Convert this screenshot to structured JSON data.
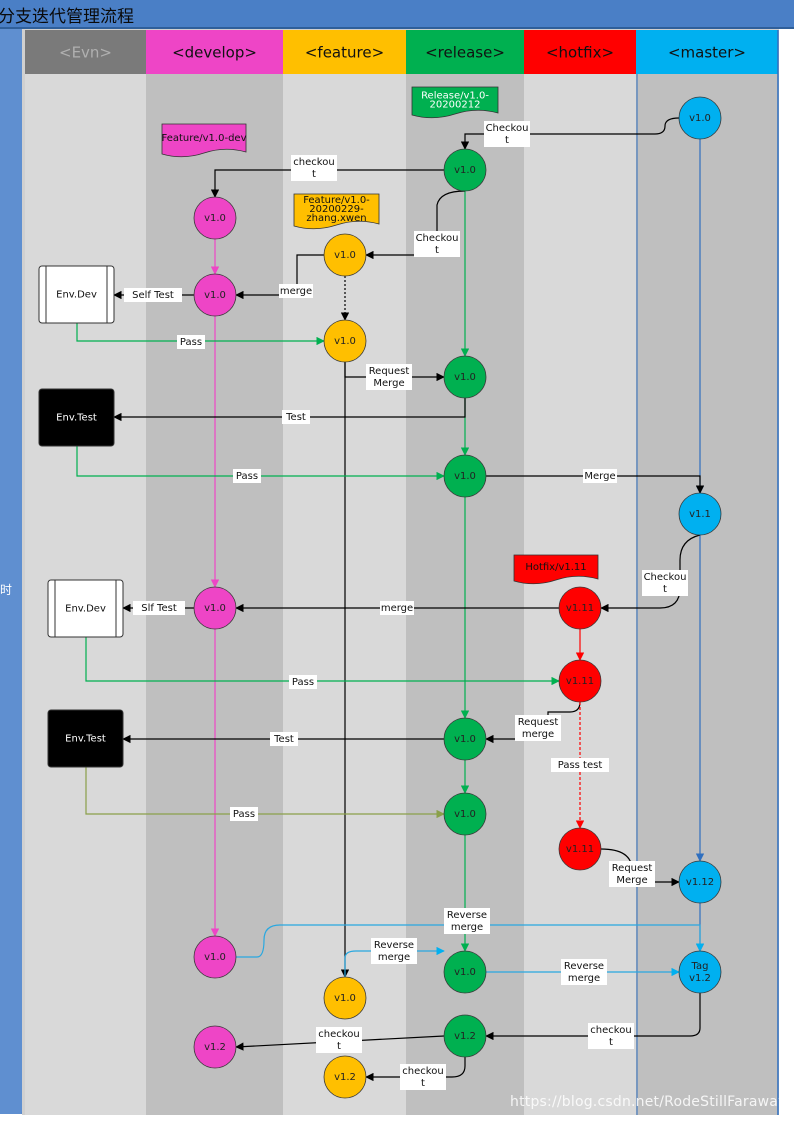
{
  "title": "分支迭代管理流程",
  "side_note": "时",
  "watermark": "https://blog.csdn.net/RodeStillFaraway",
  "colors": {
    "evn": "#7a7a7a",
    "develop": "#ee45c6",
    "feature": "#ffbf00",
    "release": "#00b050",
    "hotfix": "#ff0000",
    "master": "#00b0f0",
    "lane_light": "#d9d9d9",
    "lane_dark": "#bfbfbf"
  },
  "lanes": [
    {
      "id": "evn",
      "label": "<Evn>"
    },
    {
      "id": "develop",
      "label": "<develop>"
    },
    {
      "id": "feature",
      "label": "<feature>"
    },
    {
      "id": "release",
      "label": "<release>"
    },
    {
      "id": "hotfix",
      "label": "<hotfix>"
    },
    {
      "id": "master",
      "label": "<master>"
    }
  ],
  "nodes": [
    {
      "id": "m1",
      "lane": "master",
      "label": "v1.0"
    },
    {
      "id": "r1",
      "lane": "release",
      "label": "v1.0"
    },
    {
      "id": "d1",
      "lane": "develop",
      "label": "v1.0"
    },
    {
      "id": "f1",
      "lane": "feature",
      "label": "v1.0"
    },
    {
      "id": "d2",
      "lane": "develop",
      "label": "v1.0"
    },
    {
      "id": "f2",
      "lane": "feature",
      "label": "v1.0"
    },
    {
      "id": "r2",
      "lane": "release",
      "label": "v1.0"
    },
    {
      "id": "r3",
      "lane": "release",
      "label": "v1.0"
    },
    {
      "id": "m2",
      "lane": "master",
      "label": "v1.1"
    },
    {
      "id": "h1",
      "lane": "hotfix",
      "label": "v1.11"
    },
    {
      "id": "d3",
      "lane": "develop",
      "label": "v1.0"
    },
    {
      "id": "h2",
      "lane": "hotfix",
      "label": "v1.11"
    },
    {
      "id": "r4",
      "lane": "release",
      "label": "v1.0"
    },
    {
      "id": "r5",
      "lane": "release",
      "label": "v1.0"
    },
    {
      "id": "h3",
      "lane": "hotfix",
      "label": "v1.11"
    },
    {
      "id": "m3",
      "lane": "master",
      "label": "v1.12"
    },
    {
      "id": "d4",
      "lane": "develop",
      "label": "v1.0"
    },
    {
      "id": "r6",
      "lane": "release",
      "label": "v1.0"
    },
    {
      "id": "m4",
      "lane": "master",
      "label": "Tag\nv1.2"
    },
    {
      "id": "f3",
      "lane": "feature",
      "label": "v1.0"
    },
    {
      "id": "d5",
      "lane": "develop",
      "label": "v1.2"
    },
    {
      "id": "r7",
      "lane": "release",
      "label": "v1.2"
    },
    {
      "id": "f4",
      "lane": "feature",
      "label": "v1.2"
    }
  ],
  "envs": [
    {
      "id": "envdev1",
      "label": "Env.Dev",
      "style": "white"
    },
    {
      "id": "envtest1",
      "label": "Env.Test",
      "style": "black"
    },
    {
      "id": "envdev2",
      "label": "Env.Dev",
      "style": "white"
    },
    {
      "id": "envtest2",
      "label": "Env.Test",
      "style": "black"
    }
  ],
  "tags": [
    {
      "id": "tag-release",
      "label": "Release/v1.0-\n20200212",
      "lane": "release"
    },
    {
      "id": "tag-feature-dev",
      "label": "Feature/v1.0-dev",
      "lane": "develop"
    },
    {
      "id": "tag-feature-zw",
      "label": "Feature/v1.0-\n20200229-\nzhang.xwen",
      "lane": "feature"
    },
    {
      "id": "tag-hotfix",
      "label": "Hotfix/v1.11",
      "lane": "hotfix"
    }
  ],
  "edges": [
    {
      "id": "e1",
      "label": "Checkou\nt"
    },
    {
      "id": "e2",
      "label": "checkou\nt"
    },
    {
      "id": "e3",
      "label": "Checkou\nt"
    },
    {
      "id": "e4",
      "label": "merge"
    },
    {
      "id": "e5",
      "label": "Self Test"
    },
    {
      "id": "e6",
      "label": "Pass"
    },
    {
      "id": "e7",
      "label": "Request\nMerge"
    },
    {
      "id": "e8",
      "label": "Test"
    },
    {
      "id": "e9",
      "label": "Pass"
    },
    {
      "id": "e10",
      "label": "Merge"
    },
    {
      "id": "e11",
      "label": "Checkou\nt"
    },
    {
      "id": "e12",
      "label": "merge"
    },
    {
      "id": "e13",
      "label": "Slf Test"
    },
    {
      "id": "e14",
      "label": "Pass"
    },
    {
      "id": "e15",
      "label": "Request\nmerge"
    },
    {
      "id": "e16",
      "label": "Test"
    },
    {
      "id": "e17",
      "label": "Pass test"
    },
    {
      "id": "e18",
      "label": "Pass"
    },
    {
      "id": "e19",
      "label": "Request\nMerge"
    },
    {
      "id": "e20",
      "label": "Reverse\nmerge"
    },
    {
      "id": "e21",
      "label": "Reverse\nmerge"
    },
    {
      "id": "e22",
      "label": "Reverse\nmerge"
    },
    {
      "id": "e23",
      "label": "checkou\nt"
    },
    {
      "id": "e24",
      "label": "checkou\nt"
    },
    {
      "id": "e25",
      "label": "checkou\nt"
    }
  ]
}
